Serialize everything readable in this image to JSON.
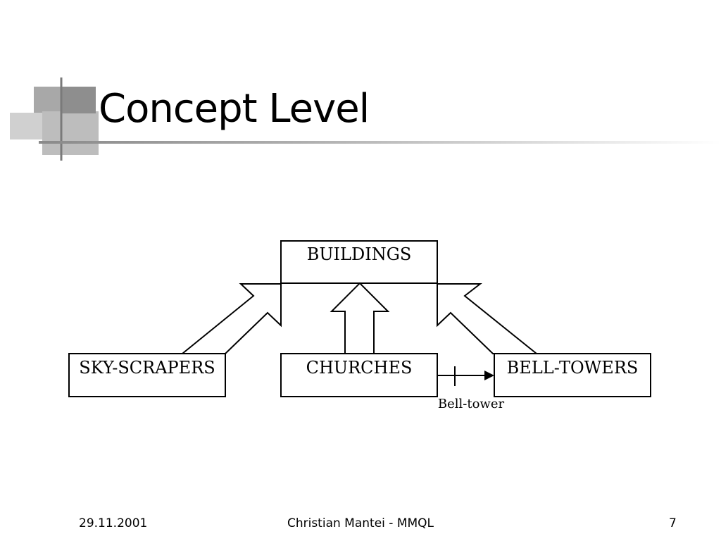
{
  "slide": {
    "title": "Concept Level"
  },
  "diagram": {
    "nodes": {
      "buildings": "BUILDINGS",
      "skyscrapers": "SKY-SCRAPERS",
      "churches": "CHURCHES",
      "belltowers": "BELL-TOWERS"
    },
    "edge_label": "Bell-tower",
    "colors": {
      "stroke": "#000000",
      "fill": "#ffffff"
    }
  },
  "footer": {
    "date": "29.11.2001",
    "author": "Christian Mantei - MMQL",
    "page": "7"
  }
}
